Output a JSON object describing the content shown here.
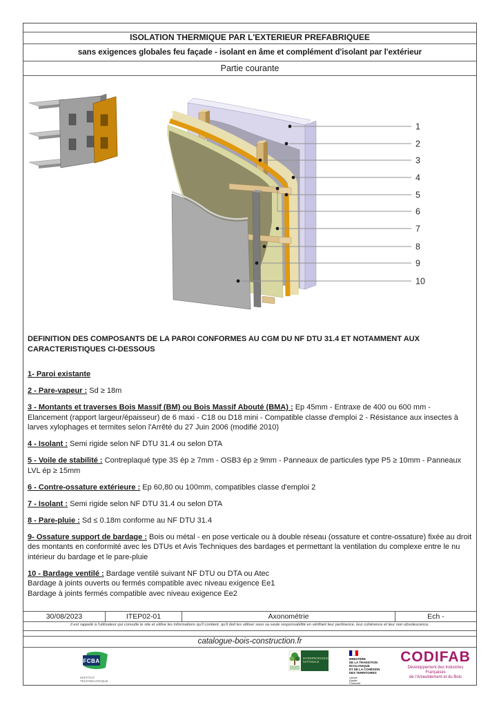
{
  "header": {
    "title": "ISOLATION THERMIQUE PAR L'EXTERIEUR PREFABRIQUEE",
    "subtitle": "sans exigences globales feu façade - isolant en âme et complément d'isolant par l'extérieur",
    "section": "Partie courante"
  },
  "diagram": {
    "callouts": [
      "1",
      "2",
      "3",
      "4",
      "5",
      "6",
      "7",
      "8",
      "9",
      "10"
    ],
    "colors": {
      "paroi_existante": "#dad7ed",
      "pare_vapeur": "#a4a2b2",
      "montants_bois": "#d9b87c",
      "isolant_ame": "#eadfb0",
      "voile_stabilite": "#e0990f",
      "isolant_exterieur": "#d9d8a2",
      "pare_pluie": "#8f8b66",
      "contre_ossature": "#ddc28f",
      "ossature_bardage": "#7b7b7b",
      "bardage": "#ababab"
    }
  },
  "definitions": {
    "heading": "DEFINITION  DES COMPOSANTS DE LA PAROI CONFORMES AU CGM DU NF DTU 31.4 ET NOTAMMENT AUX CARACTERISTIQUES CI-DESSOUS",
    "items": [
      {
        "label": "1- Paroi existante",
        "text": ""
      },
      {
        "label": "2 - Pare-vapeur :",
        "text": " Sd ≥ 18m"
      },
      {
        "label": "3 - Montants et traverses Bois Massif (BM) ou Bois Massif Abouté (BMA) :",
        "text": " Ep 45mm - Entraxe de 400 ou 600 mm - Elancement (rapport largeur/épaisseur) de 6 maxi - C18 ou D18 mini - Compatible classe d'emploi 2 - Résistance aux insectes à larves xylophages et termites selon l'Arrêté du 27 Juin 2006 (modifié 2010)"
      },
      {
        "label": "4 -  Isolant :",
        "text": " Semi rigide selon NF DTU 31.4 ou selon DTA"
      },
      {
        "label": "5 - Voile de stabilité :",
        "text": " Contreplaqué type 3S ép ≥ 7mm - OSB3 ép ≥ 9mm - Panneaux de particules type P5 ≥ 10mm - Panneaux LVL ép ≥ 15mm"
      },
      {
        "label": "6 -  Contre-ossature extérieure :",
        "text": " Ep 60,80 ou 100mm, compatibles classe d'emploi 2"
      },
      {
        "label": "7 -  Isolant :",
        "text": " Semi rigide selon NF DTU 31.4 ou selon DTA"
      },
      {
        "label": "8 - Pare-pluie :",
        "text": " Sd ≤ 0.18m conforme au NF DTU 31.4"
      },
      {
        "label": "9- Ossature support de bardage :",
        "text": " Bois ou métal - en pose verticale ou à double réseau (ossature et contre-ossature) fixée au droit des montants en conformité avec les DTUs et Avis Techniques des bardages et permettant la ventilation du complexe entre le nu intérieur du bardage et le pare-pluie"
      },
      {
        "label": "10 - Bardage ventilé :",
        "text": " Bardage ventilé suivant NF DTU ou DTA ou Atec\nBardage à joints ouverts ou fermés compatible avec niveau exigence Ee1\nBardage à joints fermés compatible avec niveau exigence Ee2"
      }
    ]
  },
  "footer": {
    "date": "30/08/2023",
    "reference": "ITEP02-01",
    "view": "Axonométrie",
    "scale": "Ech -",
    "disclaimer": "Il est rappelé à l'utilisateur qui consulte le site et utilise les informations qu'il contient, qu'il doit les utiliser sous sa seule responsabilité en vérifiant leur pertinence, leur cohérence et leur non obsolescence.",
    "website": "catalogue-bois-construction.fr",
    "logos": {
      "fcba": {
        "name": "FCBA",
        "caption": "INSTITUT\nTECHNOLOGIQUE"
      },
      "fbf": {
        "caption": "INTERPROFESSION\nNATIONALE"
      },
      "ministere": {
        "lines": "MINISTÈRE\nDE LA TRANSITION\nÉCOLOGIQUE\nET DE LA COHÉSION\nDES TERRITOIRES",
        "motto": "Liberté\nÉgalité\nFraternité"
      },
      "codifab": {
        "name": "CODIFAB",
        "caption": "Développement des Industries Françaises\nde l'Ameublement et du Bois"
      }
    }
  }
}
